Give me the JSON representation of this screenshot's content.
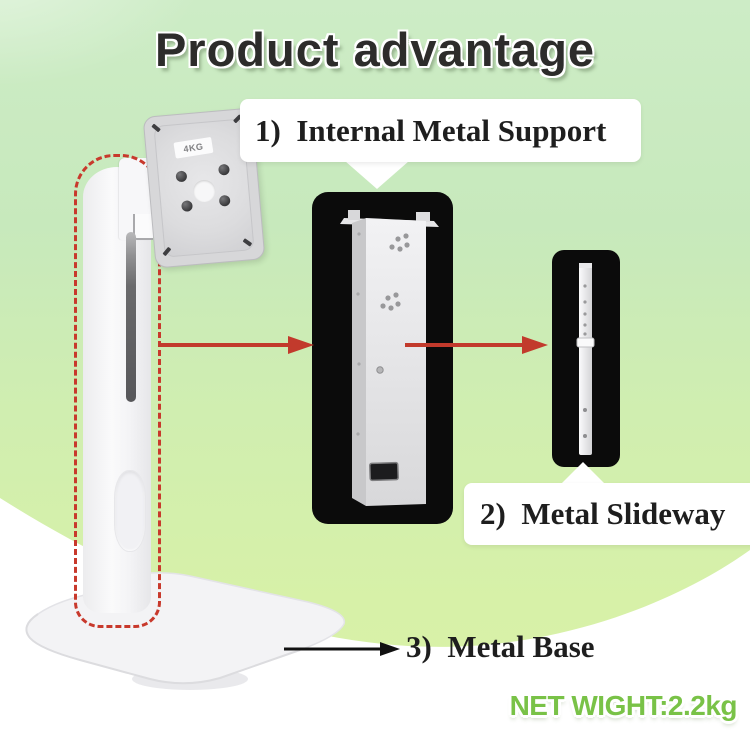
{
  "title": "Product advantage",
  "callouts": {
    "internal_metal_support": "1)  Internal Metal Support",
    "metal_slideway": "2)  Metal Slideway",
    "metal_base": "3)  Metal Base"
  },
  "net_weight": "NET WIGHT:2.2kg",
  "vesa_plate": {
    "capacity_label": "4KG"
  },
  "icons": {
    "red_arrow_to_support": "right-arrow",
    "red_arrow_to_slideway": "right-arrow",
    "black_arrow_to_base": "right-arrow",
    "dashed_highlight": "dashed-rounded-outline"
  },
  "colors": {
    "background_green_top": "#c9ebbe",
    "background_green_bright": "#d7f1a8",
    "background_bottom": "#ffffff",
    "panel_black": "#0b0b0b",
    "arrow_red": "#c23a2c",
    "dashed_outline_red": "#c8392c",
    "net_weight_green": "#79c247",
    "title_text": "#2d2c2b"
  }
}
